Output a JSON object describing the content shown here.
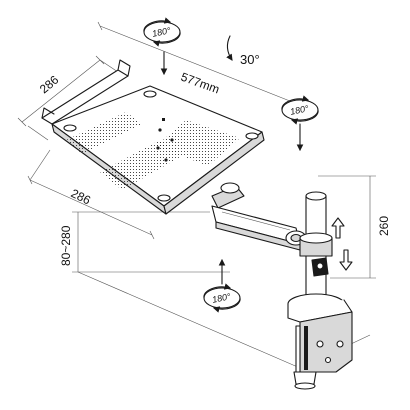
{
  "dimensions": {
    "tray_depth": "286",
    "tray_width": "286",
    "arm_reach": "577mm",
    "height_range": "80~280",
    "pole_travel": "260"
  },
  "rotations": {
    "top_left": "180°",
    "top_right": "180°",
    "bottom": "180°",
    "tilt": "30°"
  },
  "colors": {
    "line": "#1a1a1a",
    "shade": "#d9d9d9",
    "metal": "#9a9a9a",
    "background": "#ffffff"
  }
}
